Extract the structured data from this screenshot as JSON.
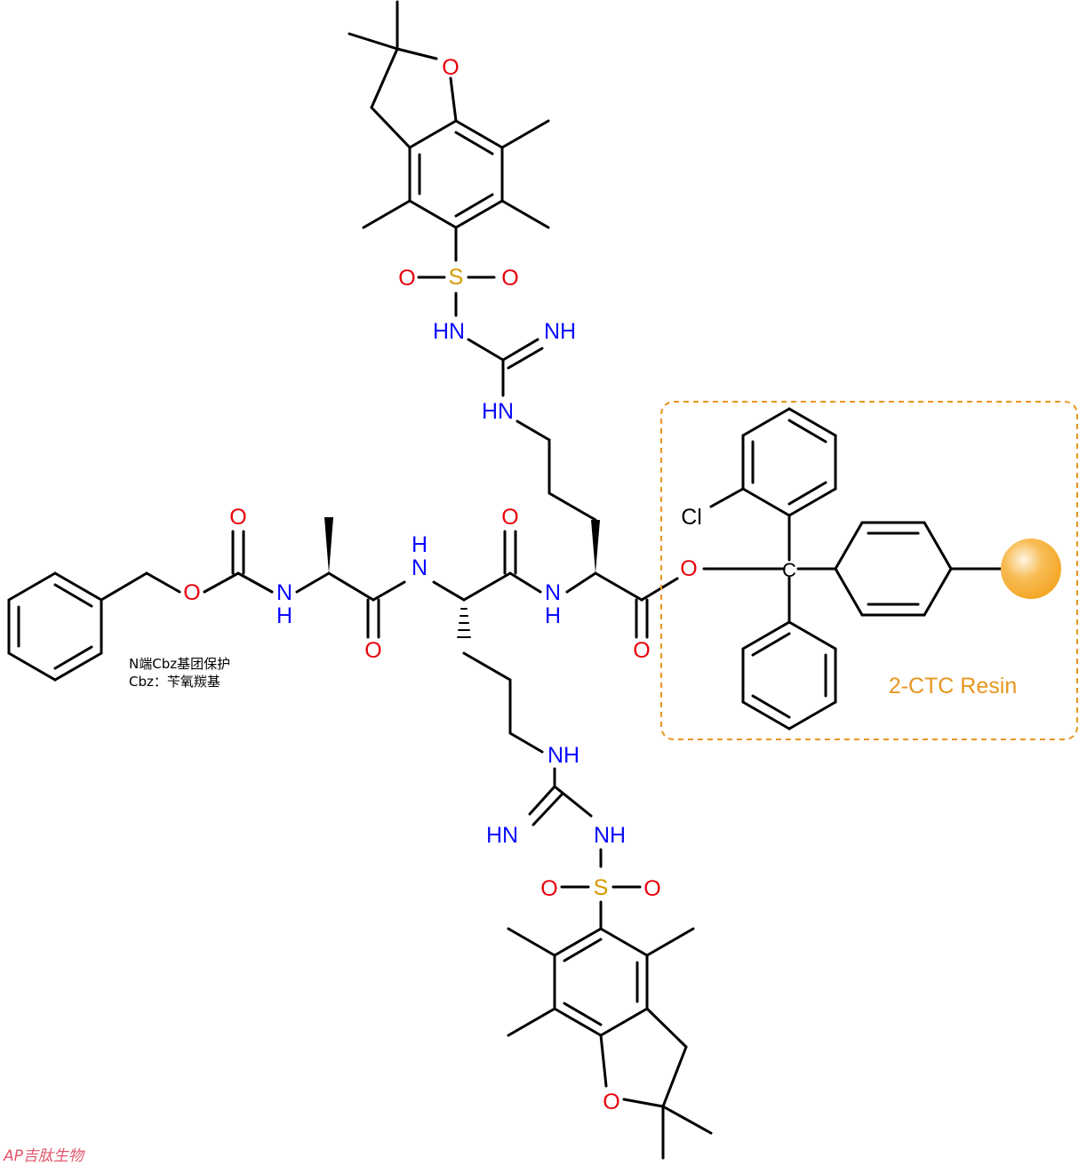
{
  "colors": {
    "bond": "#000000",
    "oxygen": "#e8000b",
    "nitrogen": "#0a0aff",
    "sulfur": "#d49a00",
    "resin": "#e8961f",
    "resin_bead": "#f4a422",
    "watermark": "#e0566b"
  },
  "labels": {
    "o_top_ring": "O",
    "s_top": "S",
    "o_s_top_left": "O",
    "o_s_top_right": "O",
    "nh_top_sulfonyl": "HN",
    "nh_top_imine": "NH",
    "nh_top_chain": "HN",
    "o_carbamate_top": "O",
    "o_carbamate_ester": "O",
    "nh_ala": "N",
    "h_ala": "H",
    "o_ala_carbonyl": "O",
    "h_arg2": "H",
    "n_arg2": "N",
    "o_arg2_carbonyl": "O",
    "n_arg1": "N",
    "h_arg1": "H",
    "o_arg1_carbonyl": "O",
    "o_ester": "O",
    "cl": "Cl",
    "c_center": "C",
    "nh_bottom_chain": "NH",
    "hn_bottom_imine": "HN",
    "nh_bottom_sulfonyl": "NH",
    "s_bottom": "S",
    "o_s_bottom_left": "O",
    "o_s_bottom_right": "O",
    "o_bottom_ring": "O"
  },
  "notes": {
    "line1": "N端Cbz基团保护",
    "line2": "Cbz：苄氧羰基"
  },
  "resin_label": "2-CTC Resin",
  "watermark": "AP吉肽生物"
}
